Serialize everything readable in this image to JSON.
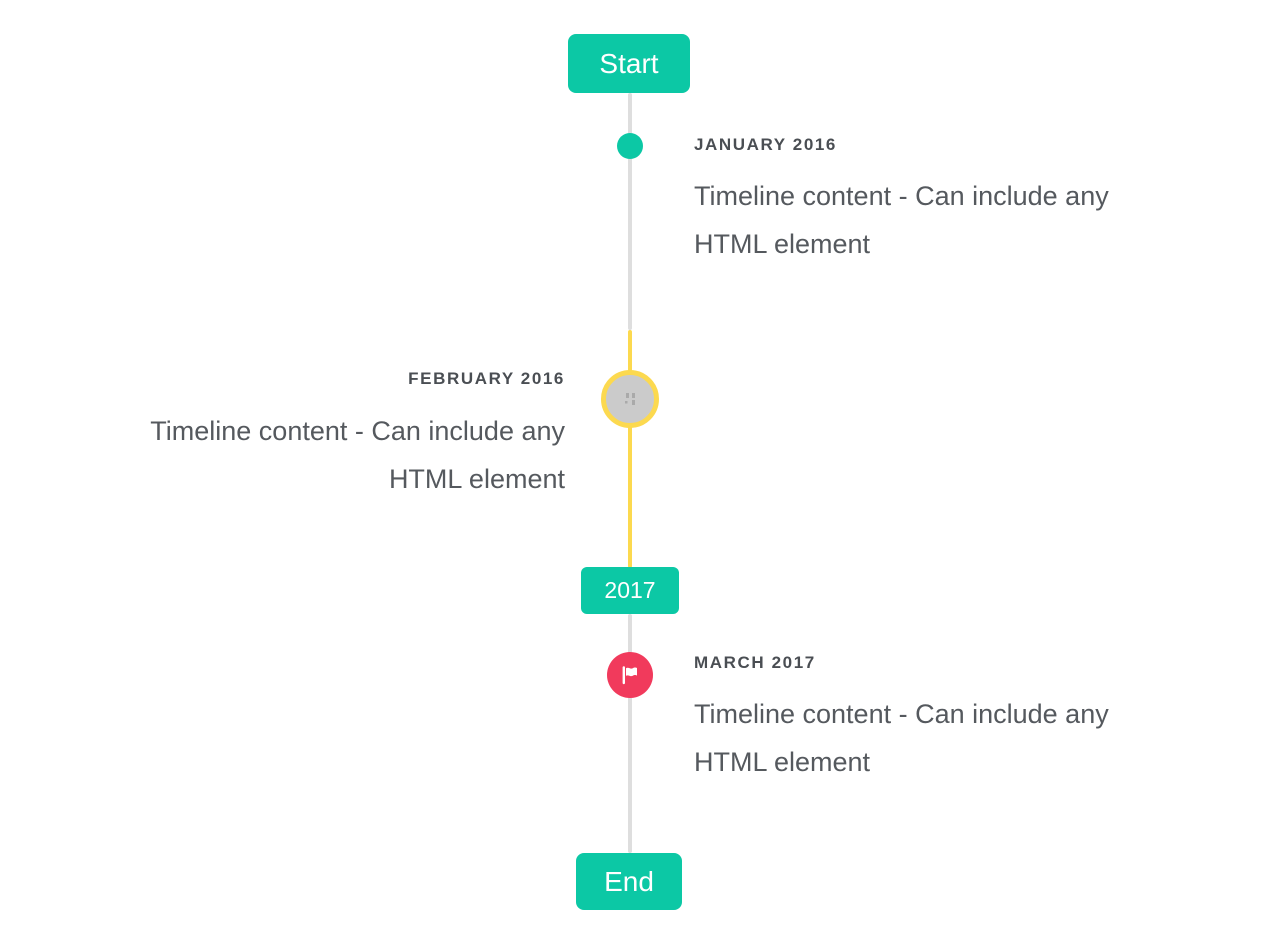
{
  "timeline": {
    "start_label": "Start",
    "end_label": "End",
    "year_badge_label": "2017",
    "items": [
      {
        "date": "JANUARY 2016",
        "side": "right",
        "marker": "teal-dot",
        "content_lines": [
          "Timeline content - Can include any",
          "HTML element"
        ]
      },
      {
        "date": "FEBRUARY 2016",
        "side": "left",
        "marker": "broken-image-circle",
        "content_lines": [
          "Timeline content - Can include any",
          "HTML element"
        ]
      },
      {
        "date": "MARCH 2017",
        "side": "right",
        "marker": "flag-circle",
        "content_lines": [
          "Timeline content - Can include any",
          "HTML element"
        ]
      }
    ],
    "colors": {
      "teal": "#0cc8a5",
      "yellow": "#fcd94f",
      "red": "#f13a5c",
      "line_gray": "#dedede",
      "marker_fill_gray": "#cbcbcb",
      "date_text": "#4a4e53",
      "content_text": "#55595e"
    }
  }
}
